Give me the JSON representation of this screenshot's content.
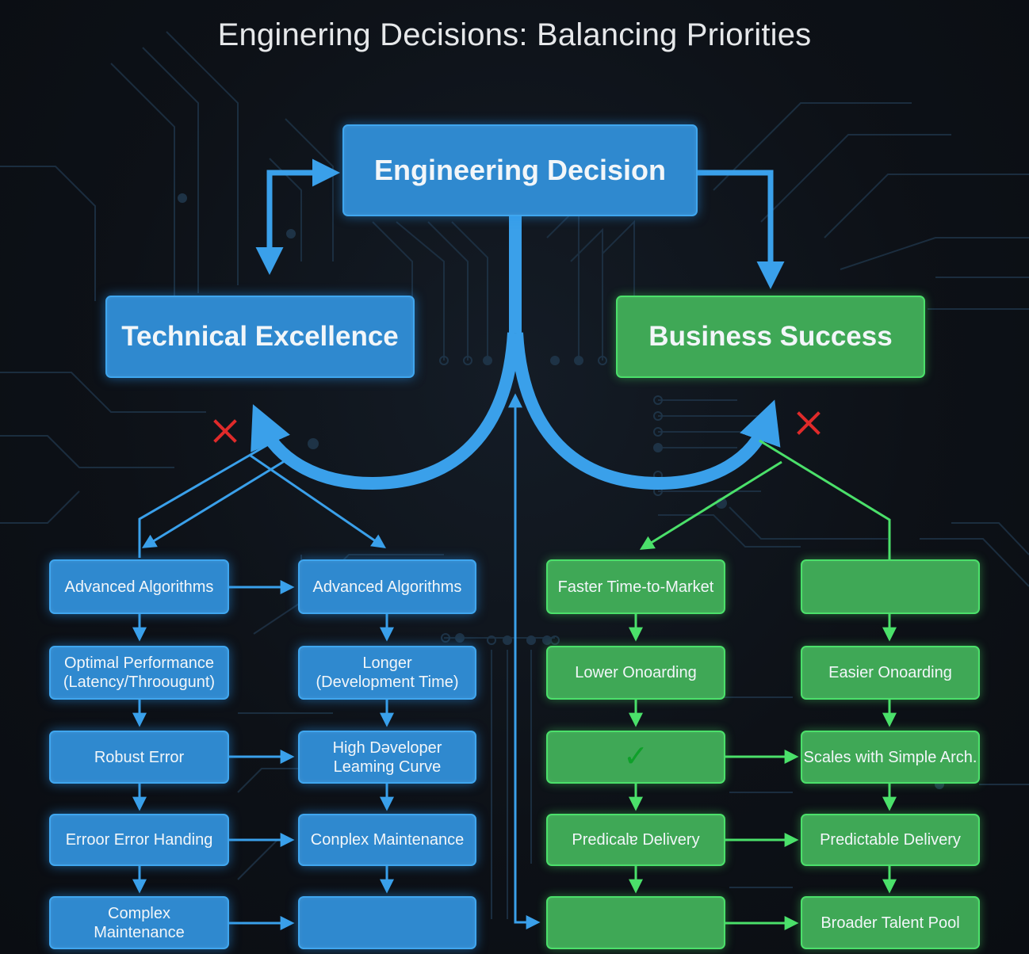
{
  "title": "Enginering Decisions: Balancing Priorities",
  "colors": {
    "background": "#0d1117",
    "blue_node": "#2f89cf",
    "blue_line": "#3aa0ea",
    "green_node": "#3fa856",
    "green_line": "#4be06a",
    "reject_mark": "#e02a2a",
    "check_mark": "#0fa02a"
  },
  "nodes": {
    "root": "Engineering Decision",
    "technical": "Technical Excellence",
    "business": "Business Success"
  },
  "technical_left": [
    "Advanced Algorithms",
    "Optimal Performance\n(Latency/Throougunt)",
    "Robust Error",
    "Erroor Error Handing",
    "Complex\nMaintenance"
  ],
  "technical_right": [
    "Advanced Algorithms",
    "Longer\n(Development Time)",
    "High Dəveloper\nLeaming Curve",
    "Conplex Maintenance",
    ""
  ],
  "business_left": [
    "Faster Time-to-Market",
    "Lower Onoarding",
    "",
    "Predicalɐ Delivery",
    ""
  ],
  "business_right": [
    "",
    "Easier Onoarding",
    "Scales with Simple Arch.",
    "Predictable Delivery",
    "Broader Talent Pool"
  ],
  "icons": {
    "reject_left": "cross-mark",
    "reject_right": "cross-mark",
    "approved": "check-mark",
    "check_glyph": "✓",
    "cross_glyph": "✕"
  }
}
